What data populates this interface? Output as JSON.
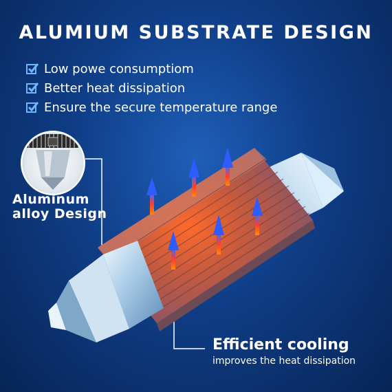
{
  "title": "ALUMIUM SUBSTRATE DESIGN",
  "features": [
    {
      "label": "Low powe consumptiom",
      "icon": "checkbox-icon"
    },
    {
      "label": "Better heat dissipation",
      "icon": "checkbox-icon"
    },
    {
      "label": "Ensure the secure temperature range",
      "icon": "checkbox-icon"
    }
  ],
  "callout_left": {
    "line1": "Aluminum",
    "line2": "alloy Design"
  },
  "callout_bottom": {
    "title": "Efficient cooling",
    "subtitle": "improves the heat dissipation"
  },
  "colors": {
    "background": "#0f3d86",
    "accent": "#5aa9ff",
    "heat": "#ff5a1f",
    "cap": "#b9d6ec"
  }
}
